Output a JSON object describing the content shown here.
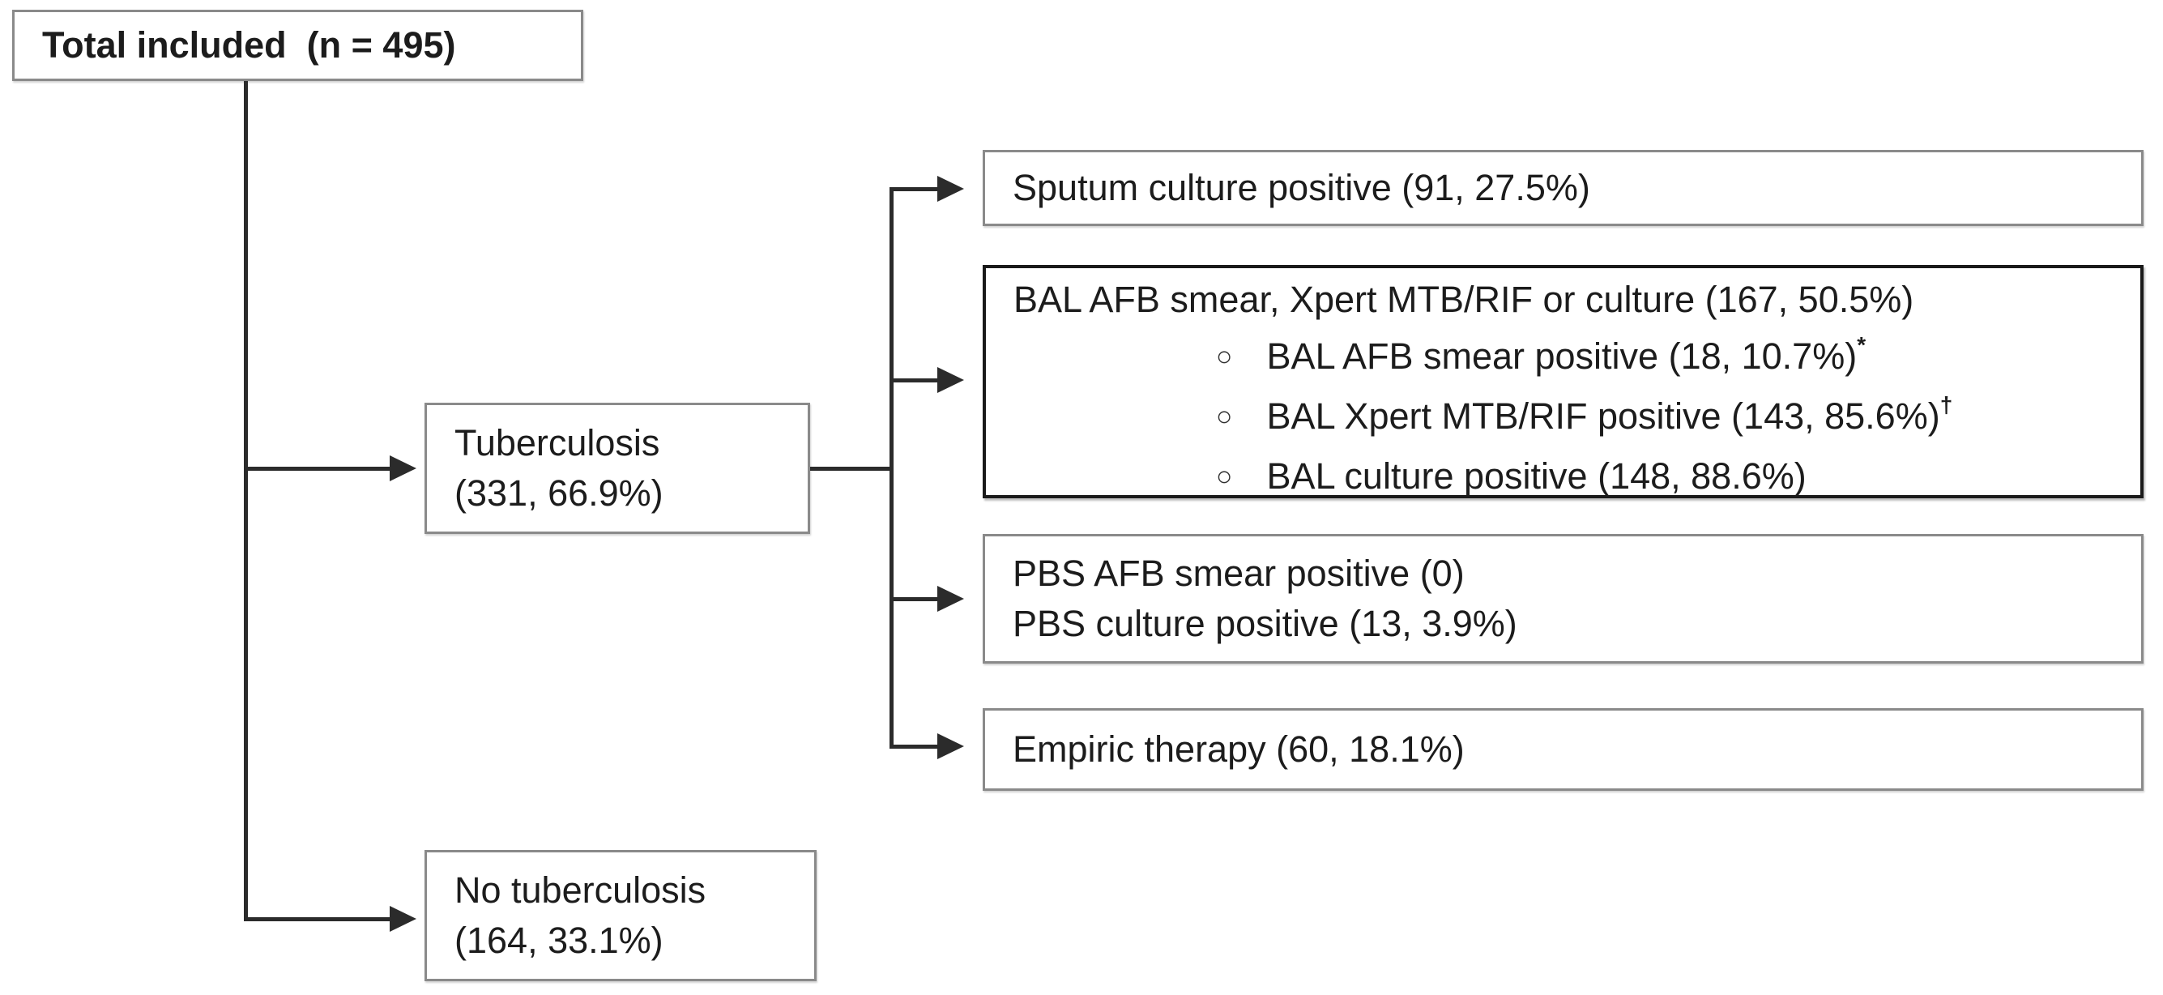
{
  "diagram": {
    "background_color": "#ffffff",
    "line_color": "#2b2b2b",
    "text_color": "#1c1c1c",
    "thin_border_color": "#8a8a8a",
    "thick_border_color": "#1a1a1a",
    "nodes": {
      "total": {
        "label": "Total included  (n = 495)"
      },
      "tuberculosis": {
        "line1": "Tuberculosis",
        "line2": "(331, 66.9%)"
      },
      "sputum": {
        "label": "Sputum culture positive (91, 27.5%)"
      },
      "bal": {
        "title": "BAL AFB smear, Xpert MTB/RIF or culture (167, 50.5%)",
        "items": [
          {
            "bullet": "○",
            "text": "BAL AFB smear positive (18, 10.7%)",
            "sup": "*"
          },
          {
            "bullet": "○",
            "text": "BAL Xpert MTB/RIF positive (143, 85.6%)",
            "sup": "†"
          },
          {
            "bullet": "○",
            "text": "BAL culture positive (148, 88.6%)",
            "sup": ""
          }
        ]
      },
      "pbs": {
        "line1": "PBS AFB smear positive (0)",
        "line2": "PBS culture positive (13, 3.9%)"
      },
      "empiric": {
        "label": "Empiric therapy (60, 18.1%)"
      },
      "no_tb": {
        "line1": "No tuberculosis",
        "line2": "(164, 33.1%)"
      }
    }
  }
}
